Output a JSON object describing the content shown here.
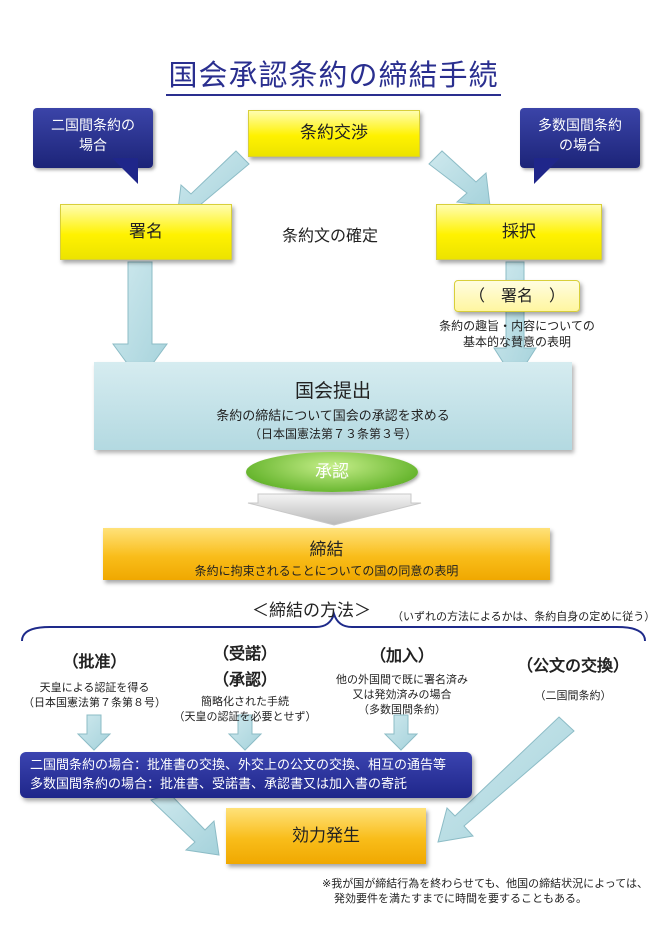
{
  "title": "国会承認条約の締結手続",
  "callouts": {
    "bilateral": "二国間条約の場合",
    "multilateral": "多数国間条約の場合"
  },
  "boxes": {
    "negotiation": "条約交渉",
    "signature": "署名",
    "adoption": "採択",
    "text_fixed": "条約文の確定",
    "signature_paren": "（　署名　）",
    "signature_note": "条約の趣旨・内容についての基本的な賛意の表明"
  },
  "diet": {
    "title": "国会提出",
    "line1": "条約の締結について国会の承認を求める",
    "line2": "（日本国憲法第７３条第３号）",
    "approval": "承認"
  },
  "conclusion": {
    "title": "締結",
    "desc": "条約に拘束されることについての国の同意の表明"
  },
  "methods_header": {
    "title": "＜締結の方法＞",
    "note": "（いずれの方法によるかは、条約自身の定めに従う）"
  },
  "methods": [
    {
      "name": "（批准）",
      "name2": "",
      "desc1": "天皇による認証を得る",
      "desc2": "（日本国憲法第７条第８号）",
      "desc3": ""
    },
    {
      "name": "（受諾）",
      "name2": "（承認）",
      "desc1": "簡略化された手続",
      "desc2": "（天皇の認証を必要とせず）",
      "desc3": ""
    },
    {
      "name": "（加入）",
      "name2": "",
      "desc1": "他の外国間で既に署名済み",
      "desc2": "又は発効済みの場合",
      "desc3": "（多数国間条約）"
    },
    {
      "name": "（公文の交換）",
      "name2": "",
      "desc1": "（二国間条約）",
      "desc2": "",
      "desc3": ""
    }
  ],
  "exchange_box": {
    "line1": "二国間条約の場合：批准書の交換、外交上の公文の交換、相互の通告等",
    "line2": "多数国間条約の場合：批准書、受諾書、承認書又は加入書の寄託"
  },
  "effect": "効力発生",
  "footnote": {
    "line1": "※我が国が締結行為を終わらせても、他国の締結状況によっては、",
    "line2": "発効要件を満たすまでに時間を要することもある。"
  },
  "colors": {
    "title": "#2a2f8f",
    "yellow": "#fff200",
    "orange": "#f9bd1a",
    "teal": "#b3d9e1",
    "navy": "#1f268a",
    "green": "#6bb832",
    "arrow": "#b9dde4"
  }
}
